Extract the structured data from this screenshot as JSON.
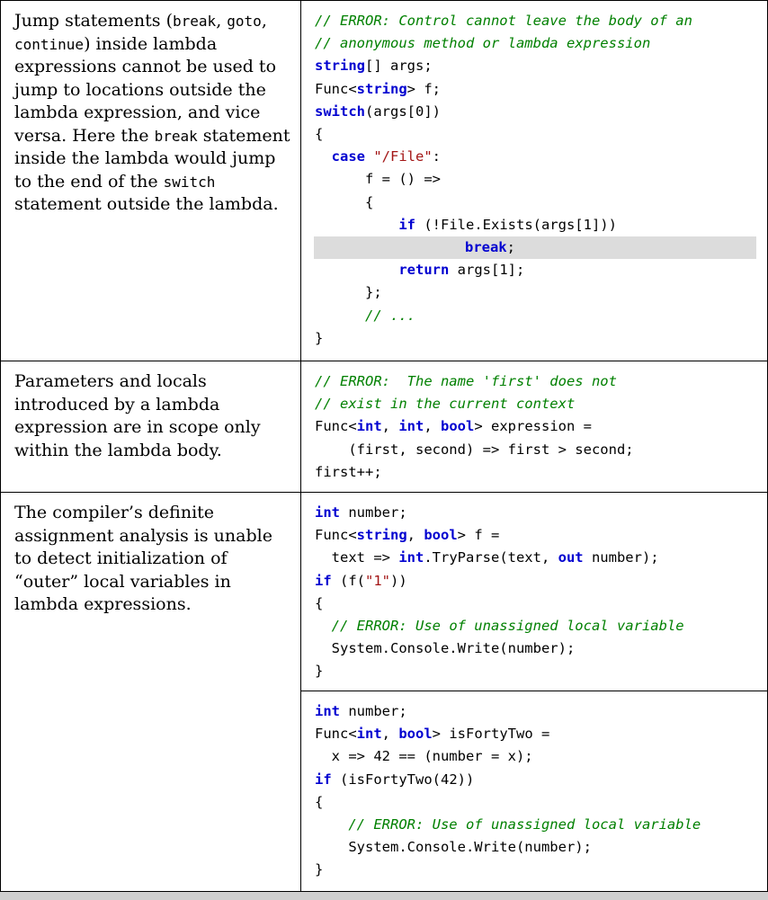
{
  "rows": [
    {
      "prose": [
        {
          "t": "Jump statements ("
        },
        {
          "t": "break",
          "m": true
        },
        {
          "t": ", "
        },
        {
          "t": "goto",
          "m": true
        },
        {
          "t": ", "
        },
        {
          "t": "continue",
          "m": true
        },
        {
          "t": ") inside lambda expressions cannot be used to jump to locations outside the lambda expression, and vice versa. Here the "
        },
        {
          "t": "break",
          "m": true
        },
        {
          "t": " statement inside the lambda would jump to the end of the "
        },
        {
          "t": "switch",
          "m": true
        },
        {
          "t": " statement outside the lambda."
        }
      ],
      "code": [
        [
          {
            "t": "// ERROR: Control cannot leave the body of an",
            "c": "cm"
          }
        ],
        [
          {
            "t": "// anonymous method or lambda expression",
            "c": "cm"
          }
        ],
        [
          {
            "t": "string",
            "c": "kw"
          },
          {
            "t": "[] args;"
          }
        ],
        [
          {
            "t": "Func<"
          },
          {
            "t": "string",
            "c": "kw"
          },
          {
            "t": "> f;"
          }
        ],
        [
          {
            "t": "switch",
            "c": "kw"
          },
          {
            "t": "(args[0])"
          }
        ],
        [
          {
            "t": "{"
          }
        ],
        [
          {
            "t": "  "
          },
          {
            "t": "case",
            "c": "kw"
          },
          {
            "t": " "
          },
          {
            "t": "\"/File\"",
            "c": "st"
          },
          {
            "t": ":"
          }
        ],
        [
          {
            "t": "      f = () =>"
          }
        ],
        [
          {
            "t": "      {"
          }
        ],
        [
          {
            "t": "          "
          },
          {
            "t": "if",
            "c": "kw"
          },
          {
            "t": " (!File.Exists(args[1]))"
          }
        ],
        [
          {
            "t": "                  "
          },
          {
            "t": "break",
            "c": "kw"
          },
          {
            "t": ";"
          }
        ],
        [
          {
            "t": "          "
          },
          {
            "t": "return",
            "c": "kw"
          },
          {
            "t": " args[1];"
          }
        ],
        [
          {
            "t": "      };"
          }
        ],
        [
          {
            "t": "      "
          },
          {
            "t": "// ...",
            "c": "cm"
          }
        ],
        [
          {
            "t": "}"
          }
        ]
      ],
      "highlight_line": 10
    },
    {
      "prose": [
        {
          "t": "Parameters and locals introduced by a lambda expression are in scope only within the lambda body."
        }
      ],
      "code": [
        [
          {
            "t": "// ERROR:  The name 'first' does not",
            "c": "cm"
          }
        ],
        [
          {
            "t": "// exist in the current context",
            "c": "cm"
          }
        ],
        [
          {
            "t": "Func<"
          },
          {
            "t": "int",
            "c": "kw"
          },
          {
            "t": ", "
          },
          {
            "t": "int",
            "c": "kw"
          },
          {
            "t": ", "
          },
          {
            "t": "bool",
            "c": "kw"
          },
          {
            "t": "> expression ="
          }
        ],
        [
          {
            "t": "    (first, second) => first > second;"
          }
        ],
        [
          {
            "t": "first++;"
          }
        ]
      ]
    },
    {
      "prose": [
        {
          "t": "The compiler’s definite assignment analysis is unable to detect initialization of “outer” local variables in lambda expressions."
        }
      ],
      "code": [
        [
          {
            "t": "int",
            "c": "kw"
          },
          {
            "t": " number;"
          }
        ],
        [
          {
            "t": "Func<"
          },
          {
            "t": "string",
            "c": "kw"
          },
          {
            "t": ", "
          },
          {
            "t": "bool",
            "c": "kw"
          },
          {
            "t": "> f ="
          }
        ],
        [
          {
            "t": "  text => "
          },
          {
            "t": "int",
            "c": "kw"
          },
          {
            "t": ".TryParse(text, "
          },
          {
            "t": "out",
            "c": "kw"
          },
          {
            "t": " number);"
          }
        ],
        [
          {
            "t": "if",
            "c": "kw"
          },
          {
            "t": " (f("
          },
          {
            "t": "\"1\"",
            "c": "st"
          },
          {
            "t": "))"
          }
        ],
        [
          {
            "t": "{"
          }
        ],
        [
          {
            "t": "  "
          },
          {
            "t": "// ERROR: Use of unassigned local variable",
            "c": "cm"
          }
        ],
        [
          {
            "t": "  System.Console.Write(number);"
          }
        ],
        [
          {
            "t": "}"
          }
        ]
      ],
      "code2": [
        [
          {
            "t": "int",
            "c": "kw"
          },
          {
            "t": " number;"
          }
        ],
        [
          {
            "t": "Func<"
          },
          {
            "t": "int",
            "c": "kw"
          },
          {
            "t": ", "
          },
          {
            "t": "bool",
            "c": "kw"
          },
          {
            "t": "> isFortyTwo ="
          }
        ],
        [
          {
            "t": "  x => 42 == (number = x);"
          }
        ],
        [
          {
            "t": "if",
            "c": "kw"
          },
          {
            "t": " (isFortyTwo(42))"
          }
        ],
        [
          {
            "t": "{"
          }
        ],
        [
          {
            "t": "    "
          },
          {
            "t": "// ERROR: Use of unassigned local variable",
            "c": "cm"
          }
        ],
        [
          {
            "t": "    System.Console.Write(number);"
          }
        ],
        [
          {
            "t": "}"
          }
        ]
      ]
    }
  ]
}
